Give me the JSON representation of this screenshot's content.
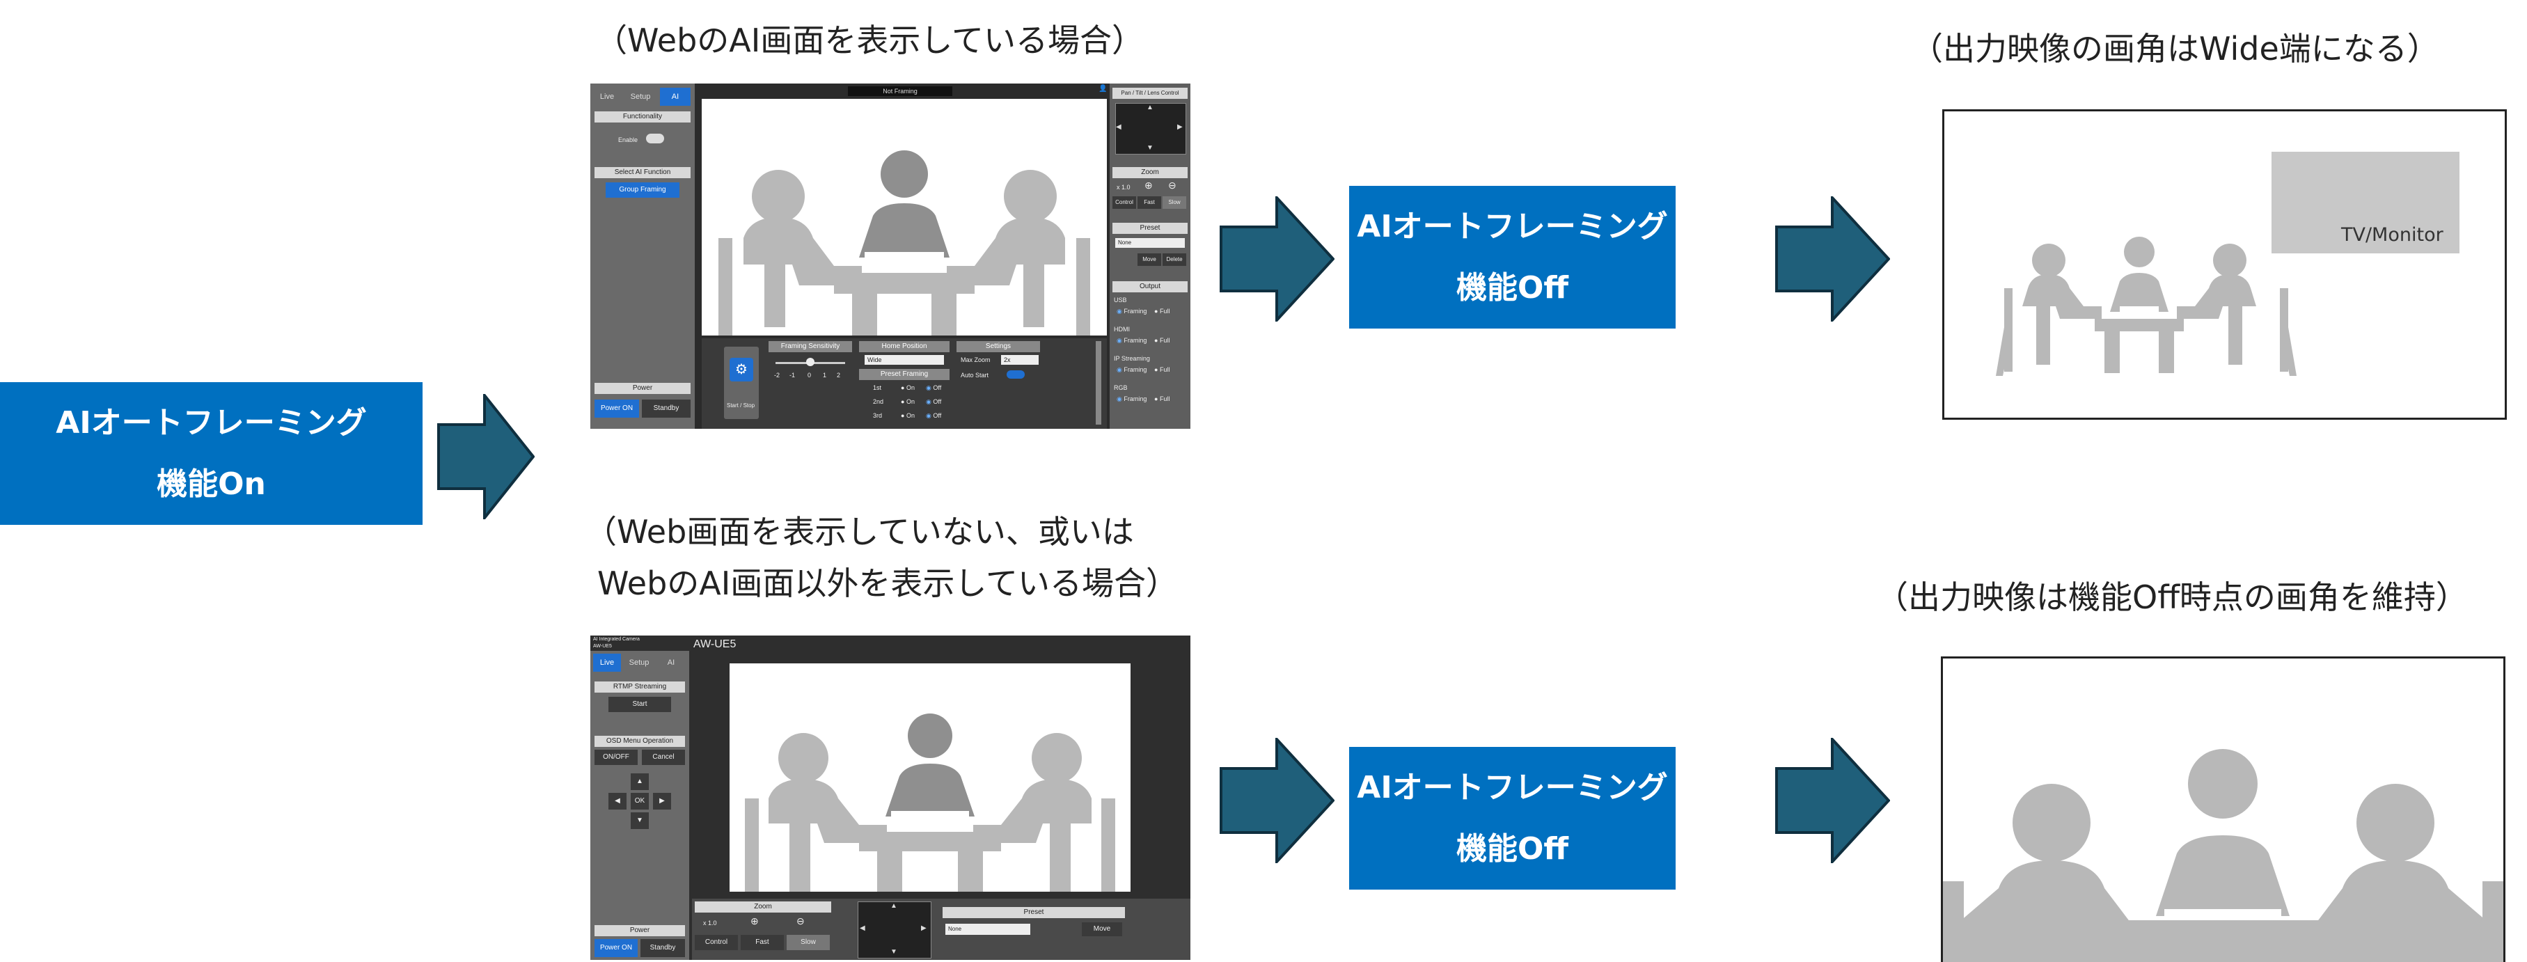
{
  "left_box": {
    "line1": "AIオートフレーミング",
    "line2": "機能On"
  },
  "top_caption": "（WebのAI画面を表示している場合）",
  "bottom_caption": {
    "line1": "（Web画面を表示していない、或いは",
    "line2": "WebのAI画面以外を表示している場合）"
  },
  "top_mid_box": {
    "line1": "AIオートフレーミング",
    "line2": "機能Off"
  },
  "bottom_mid_box": {
    "line1": "AIオートフレーミング",
    "line2": "機能Off"
  },
  "top_right_caption": "（出力映像の画角はWide端になる）",
  "bottom_right_caption": "（出力映像は機能Off時点の画角を維持）",
  "tv_label": "TV/Monitor",
  "colors": {
    "box_blue": "#0070c0",
    "arrow_fill": "#1f5f7a",
    "arrow_stroke": "#0f2f3f",
    "figure_gray": "#b8b8b8"
  },
  "ai_screen": {
    "tabs": [
      "Live",
      "Setup",
      "AI"
    ],
    "video_title": "Not Framing",
    "functionality": {
      "header": "Functionality",
      "label": "Enable"
    },
    "select_ai": {
      "header": "Select AI Function",
      "button": "Group Framing"
    },
    "power": {
      "header": "Power",
      "on": "Power ON",
      "standby": "Standby"
    },
    "ptz_header": "Pan / Tilt / Lens Control",
    "zoom": {
      "header": "Zoom",
      "value": "x 1.0",
      "control": "Control",
      "fast": "Fast",
      "slow": "Slow"
    },
    "preset": {
      "header": "Preset",
      "select": "None",
      "move": "Move",
      "delete": "Delete"
    },
    "output": {
      "header": "Output",
      "items": [
        "USB",
        "HDMI",
        "IP Streaming",
        "RGB"
      ],
      "opt1": "Framing",
      "opt2": "Full"
    },
    "bottom": {
      "start_stop": "Start / Stop",
      "sensitivity": {
        "header": "Framing Sensitivity",
        "ticks": [
          "-2",
          "-1",
          "0",
          "1",
          "2"
        ]
      },
      "home": {
        "header": "Home Position",
        "select": "Wide"
      },
      "preset_framing": {
        "header": "Preset Framing",
        "rows": [
          "1st",
          "2nd",
          "3rd"
        ],
        "on": "On",
        "off": "Off"
      },
      "settings": {
        "header": "Settings",
        "max_zoom": "Max Zoom",
        "max_zoom_val": "2x",
        "auto_start": "Auto Start"
      }
    }
  },
  "live_screen": {
    "header_small": "AI Integrated Camera",
    "header_small2": "AW-UE5",
    "title": "AW-UE5",
    "tabs": [
      "Live",
      "Setup",
      "AI"
    ],
    "rtmp": {
      "header": "RTMP Streaming",
      "button": "Start"
    },
    "osd": {
      "header": "OSD Menu Operation",
      "onoff": "ON/OFF",
      "cancel": "Cancel",
      "ok": "OK"
    },
    "power": {
      "header": "Power",
      "on": "Power ON",
      "standby": "Standby"
    },
    "zoom": {
      "header": "Zoom",
      "value": "x 1.0",
      "control": "Control",
      "fast": "Fast",
      "slow": "Slow"
    },
    "preset": {
      "header": "Preset",
      "select": "None",
      "move": "Move"
    }
  }
}
